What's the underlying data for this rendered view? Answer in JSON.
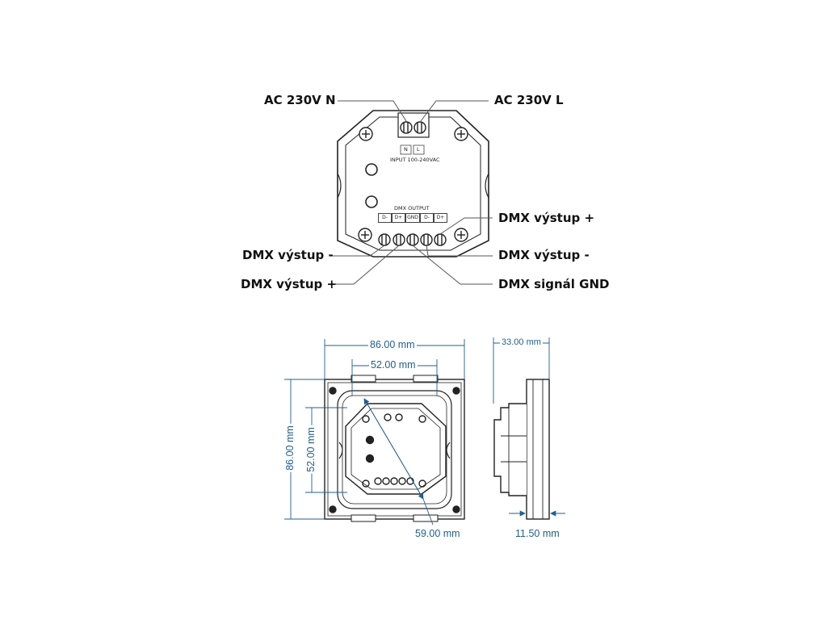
{
  "wiring": {
    "ac_n": "AC 230V N",
    "ac_l": "AC 230V L",
    "dmx_plus_right": "DMX výstup +",
    "dmx_minus_left": "DMX výstup -",
    "dmx_minus_right": "DMX výstup -",
    "dmx_plus_left": "DMX výstup +",
    "dmx_gnd": "DMX signál GND",
    "terminal_n": "N",
    "terminal_l": "L",
    "input_label": "INPUT 100-240VAC",
    "output_label": "DMX OUTPUT",
    "out_terminals": [
      "D-",
      "D+",
      "GND",
      "D-",
      "D+"
    ]
  },
  "dimensions": {
    "outer_width": "86.00 mm",
    "inner_width": "52.00 mm",
    "outer_height": "86.00 mm",
    "inner_height": "52.00 mm",
    "diagonal": "59.00 mm",
    "depth": "33.00 mm",
    "plate_thickness": "11.50 mm"
  },
  "colors": {
    "line": "#222222",
    "leader": "#555555",
    "dimension": "#1f5f8f"
  }
}
